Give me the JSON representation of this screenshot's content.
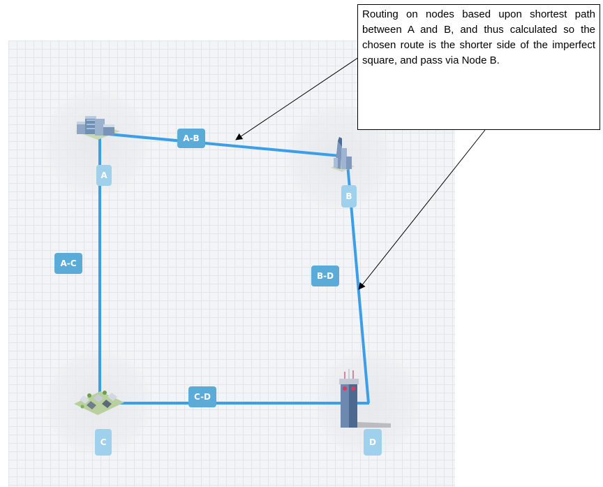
{
  "nodes": {
    "a": {
      "label": "A"
    },
    "b": {
      "label": "B"
    },
    "c": {
      "label": "C"
    },
    "d": {
      "label": "D"
    }
  },
  "links": {
    "ab": {
      "label": "A-B"
    },
    "ac": {
      "label": "A-C"
    },
    "bd": {
      "label": "B-D"
    },
    "cd": {
      "label": "C-D"
    }
  },
  "annotation": {
    "text": "Routing on nodes based upon shortest path between A and B, and thus calculated so the chosen route is the shorter side of the imperfect square, and pass via Node B."
  },
  "colors": {
    "link": "#3a9ee8",
    "tag": "#5aabd8",
    "tag_light": "#9fd0ec",
    "grid": "#e3e5e8",
    "background": "#f3f4f5"
  },
  "icons": {
    "a": "office-buildings-icon",
    "b": "skyscraper-icon",
    "c": "residential-houses-icon",
    "d": "data-tower-icon"
  }
}
